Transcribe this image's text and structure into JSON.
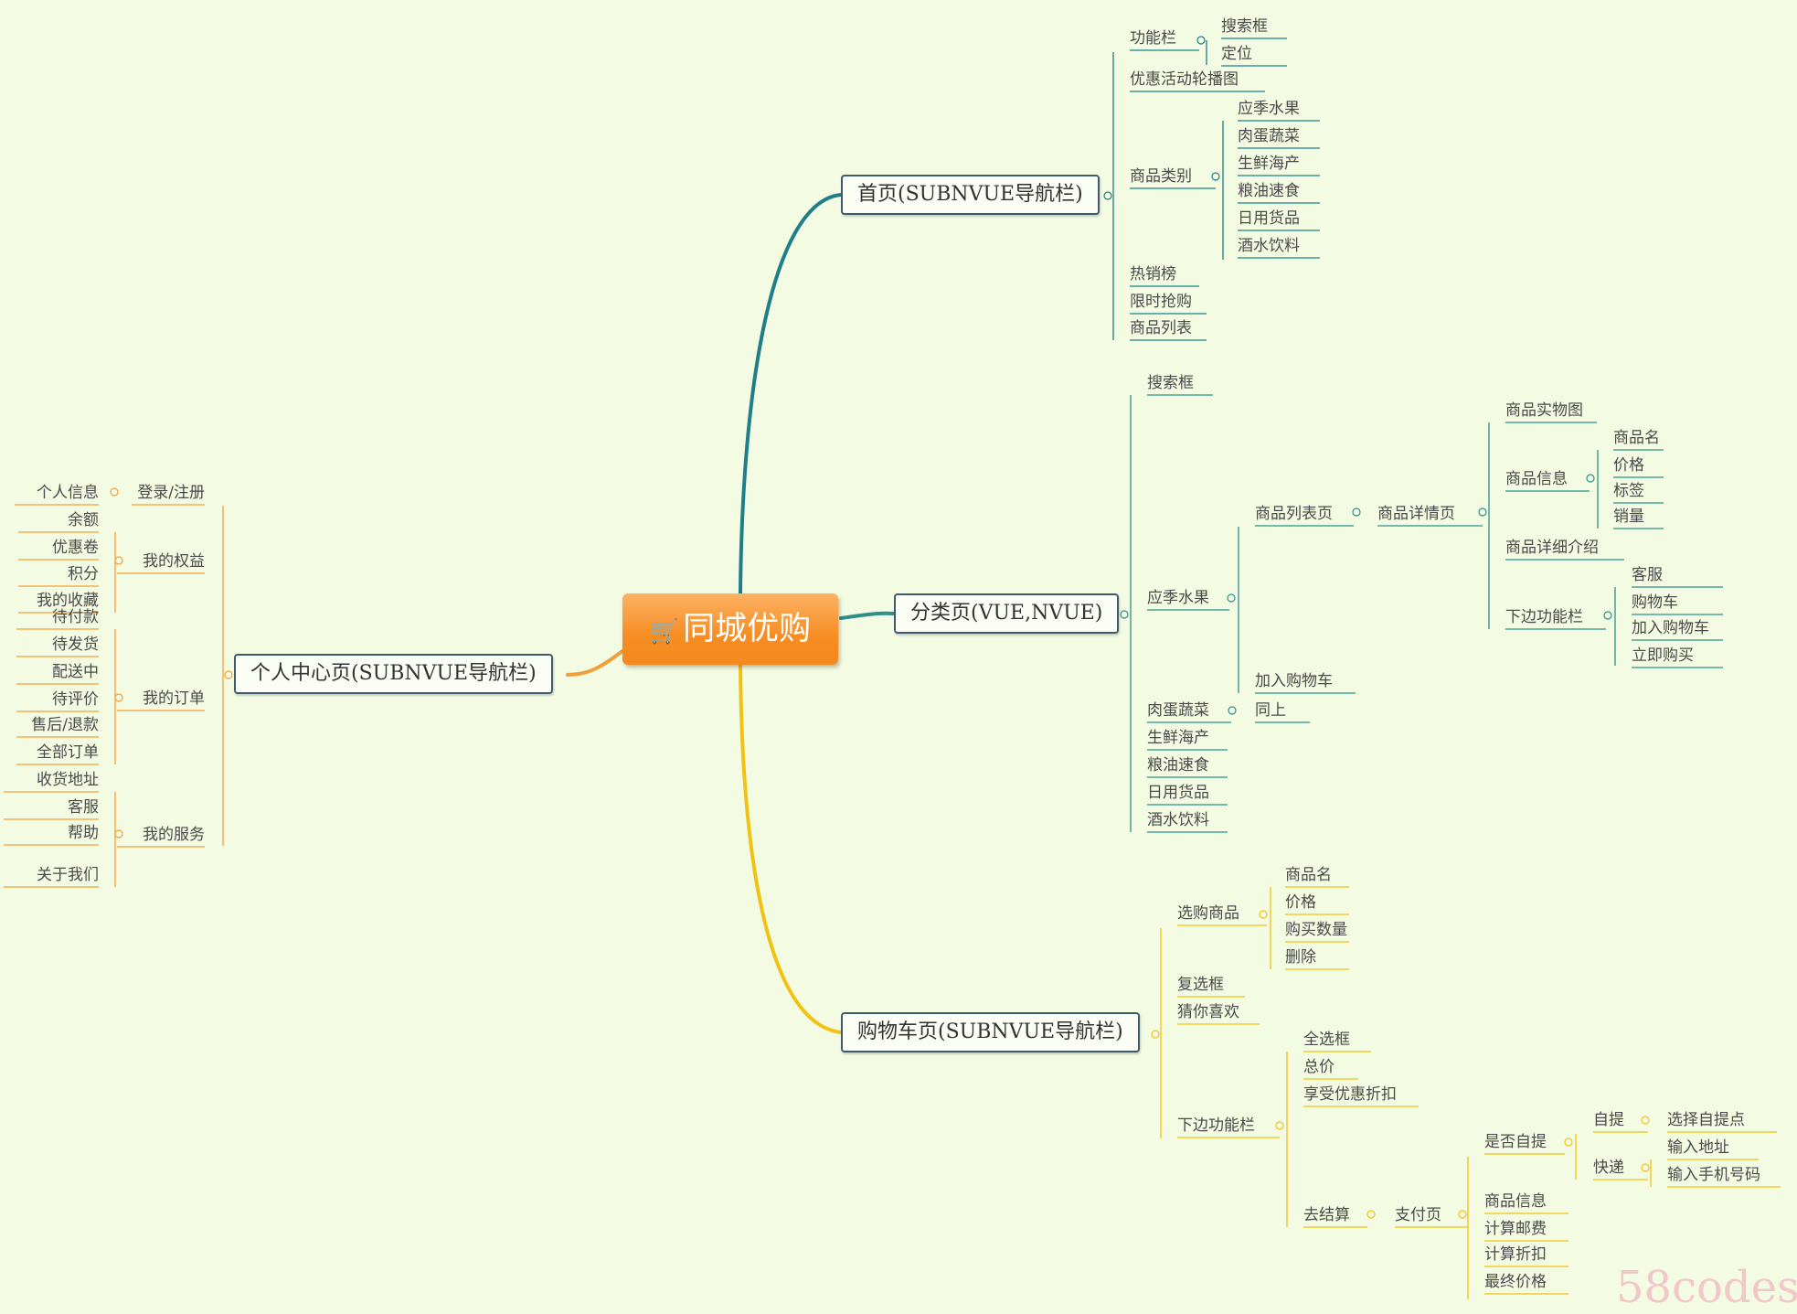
{
  "root": "同城优购",
  "watermark": "58codes",
  "colors": {
    "home": "#1f7f86",
    "category": "#2c8f8a",
    "cart": "#f2c213",
    "profile": "#f0a03a"
  },
  "branches": {
    "home": {
      "label": "首页(SUBNVUE导航栏)",
      "gongneng": "功能栏",
      "search": "搜索框",
      "locate": "定位",
      "banner": "优惠活动轮播图",
      "category": "商品类别",
      "cats": [
        "应季水果",
        "肉蛋蔬菜",
        "生鲜海产",
        "粮油速食",
        "日用货品",
        "酒水饮料"
      ],
      "hot": "热销榜",
      "flash": "限时抢购",
      "list": "商品列表"
    },
    "category": {
      "label": "分类页(VUE,NVUE)",
      "search": "搜索框",
      "fruit": "应季水果",
      "listPage": "商品列表页",
      "detailPage": "商品详情页",
      "photo": "商品实物图",
      "info": "商品信息",
      "infoItems": [
        "商品名",
        "价格",
        "标签",
        "销量"
      ],
      "detailIntro": "商品详细介绍",
      "bottomBar": "下边功能栏",
      "bottomItems": [
        "客服",
        "购物车",
        "加入购物车",
        "立即购买"
      ],
      "addCart": "加入购物车",
      "meat": "肉蛋蔬菜",
      "same": "同上",
      "others": [
        "生鲜海产",
        "粮油速食",
        "日用货品",
        "酒水饮料"
      ]
    },
    "cart": {
      "label": "购物车页(SUBNVUE导航栏)",
      "choose": "选购商品",
      "chooseItems": [
        "商品名",
        "价格",
        "购买数量",
        "删除"
      ],
      "checkbox": "复选框",
      "guess": "猜你喜欢",
      "bottomBar": "下边功能栏",
      "selectAll": "全选框",
      "total": "总价",
      "discount": "享受优惠折扣",
      "checkout": "去结算",
      "payPage": "支付页",
      "selfPick": "是否自提",
      "pick": "自提",
      "pickPoint": "选择自提点",
      "express": "快递",
      "address": "输入地址",
      "phone": "输入手机号码",
      "payItems": [
        "商品信息",
        "计算邮费",
        "计算折扣",
        "最终价格"
      ]
    },
    "profile": {
      "label": "个人中心页(SUBNVUE导航栏)",
      "login": "登录/注册",
      "info": "个人信息",
      "rights": "我的权益",
      "rightsItems": [
        "余额",
        "优惠卷",
        "积分",
        "我的收藏"
      ],
      "orders": "我的订单",
      "orderItems": [
        "待付款",
        "待发货",
        "配送中",
        "待评价",
        "售后/退款",
        "全部订单"
      ],
      "service": "我的服务",
      "serviceItems": [
        "收货地址",
        "客服",
        "帮助",
        "关于我们"
      ]
    }
  }
}
